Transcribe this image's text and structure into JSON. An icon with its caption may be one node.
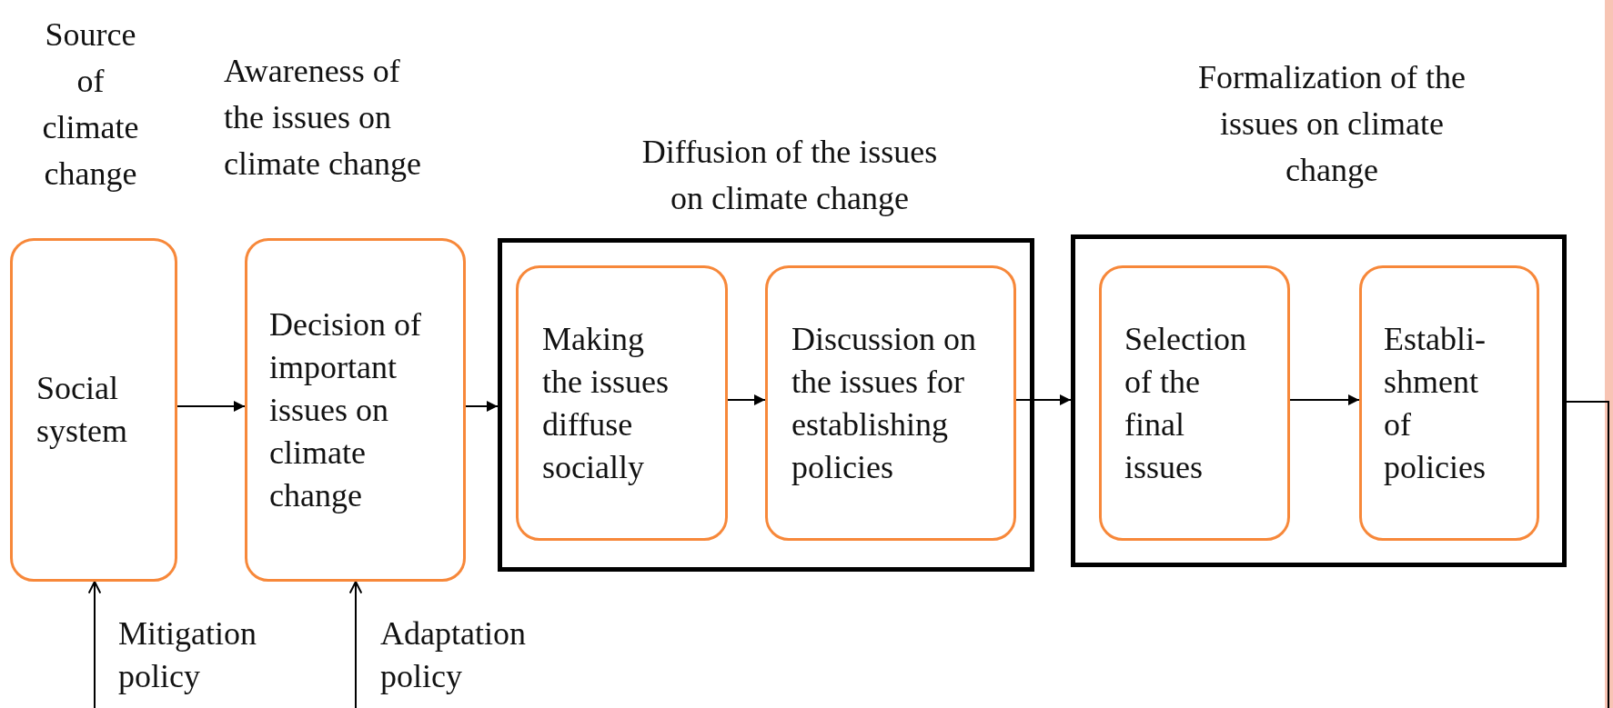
{
  "diagram": {
    "nodes": [
      {
        "text": [
          "Source of climate change",
          "Social system"
        ]
      },
      {
        "text": [
          "Awareness of the issues on climate change",
          "Decision of important issues on climate change"
        ]
      },
      {
        "text": [
          "Diffusion of the issues on climate change"
        ]
      },
      {
        "text": [
          "Making the issues diffuse socially"
        ],
        "in": 2
      },
      {
        "text": [
          "Discussion on the issues for establishing policies"
        ],
        "in": 2
      },
      {
        "text": [
          "Formalization of the issues on climate change"
        ]
      },
      {
        "text": [
          "Selection of the final issues"
        ],
        "in": 5
      },
      {
        "text": [
          "Establi- shment of policies"
        ],
        "in": 5
      }
    ],
    "edges": [
      {
        "from": 0,
        "to": 1,
        "arrow": "to"
      },
      {
        "from": 1,
        "to": 2,
        "arrow": "to"
      },
      {
        "from": 3,
        "to": 4,
        "arrow": "to"
      },
      {
        "from": 4,
        "to": 5,
        "arrow": "to"
      },
      {
        "from": 6,
        "to": 7,
        "arrow": "to"
      },
      {
        "from": null,
        "to": 0,
        "arrow": "to",
        "label": "Mitigation policy"
      },
      {
        "from": null,
        "to": 1,
        "arrow": "to",
        "label": "Adaptation policy"
      },
      {
        "from": 5,
        "to": null,
        "arrow": "none"
      }
    ]
  }
}
